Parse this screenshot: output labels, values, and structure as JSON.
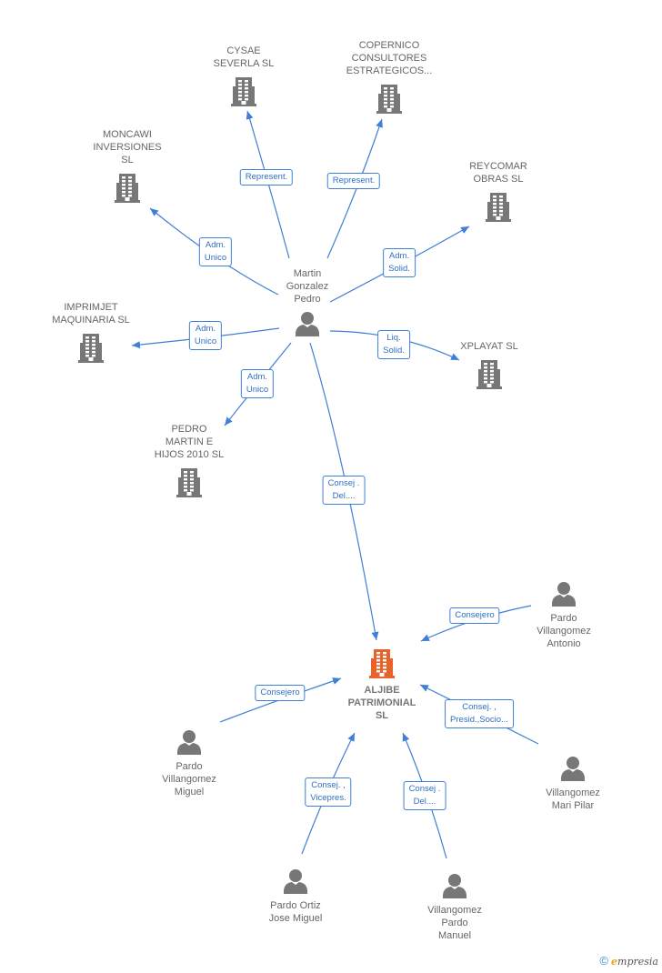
{
  "nodes": [
    {
      "id": "center",
      "kind": "company",
      "highlight": true,
      "label": "ALJIBE\nPATRIMONIAL\nSL"
    },
    {
      "id": "martin",
      "kind": "person",
      "label": "Martin\nGonzalez\nPedro"
    },
    {
      "id": "cysae",
      "kind": "company",
      "label": "CYSAE\nSEVERLA  SL"
    },
    {
      "id": "copernico",
      "kind": "company",
      "label": "COPERNICO\nCONSULTORES\nESTRATEGICOS..."
    },
    {
      "id": "moncawi",
      "kind": "company",
      "label": "MONCAWI\nINVERSIONES\nSL"
    },
    {
      "id": "reycomar",
      "kind": "company",
      "label": "REYCOMAR\nOBRAS SL"
    },
    {
      "id": "imprimjet",
      "kind": "company",
      "label": "IMPRIMJET\nMAQUINARIA SL"
    },
    {
      "id": "xplayat",
      "kind": "company",
      "label": "XPLAYAT SL"
    },
    {
      "id": "pedro",
      "kind": "company",
      "label": "PEDRO\nMARTIN E\nHIJOS 2010 SL"
    },
    {
      "id": "antonio",
      "kind": "person",
      "label": "Pardo\nVillangomez\nAntonio"
    },
    {
      "id": "miguel",
      "kind": "person",
      "label": "Pardo\nVillangomez\nMiguel"
    },
    {
      "id": "maripilar",
      "kind": "person",
      "label": "Villangomez\nMari Pilar"
    },
    {
      "id": "josemiguel",
      "kind": "person",
      "label": "Pardo Ortiz\nJose Miguel"
    },
    {
      "id": "manuel",
      "kind": "person",
      "label": "Villangomez\nPardo\nManuel"
    }
  ],
  "edges": [
    {
      "from": "martin",
      "to": "cysae",
      "label": "Represent."
    },
    {
      "from": "martin",
      "to": "copernico",
      "label": "Represent."
    },
    {
      "from": "martin",
      "to": "moncawi",
      "label": "Adm.\nUnico"
    },
    {
      "from": "martin",
      "to": "reycomar",
      "label": "Adm.\nSolid."
    },
    {
      "from": "martin",
      "to": "imprimjet",
      "label": "Adm.\nUnico"
    },
    {
      "from": "martin",
      "to": "xplayat",
      "label": "Liq.\nSolid."
    },
    {
      "from": "martin",
      "to": "pedro",
      "label": "Adm.\nUnico"
    },
    {
      "from": "martin",
      "to": "center",
      "label": "Consej .\nDel...."
    },
    {
      "from": "antonio",
      "to": "center",
      "label": "Consejero"
    },
    {
      "from": "miguel",
      "to": "center",
      "label": "Consejero"
    },
    {
      "from": "maripilar",
      "to": "center",
      "label": "Consej. ,\nPresid.,Socio..."
    },
    {
      "from": "josemiguel",
      "to": "center",
      "label": "Consej. ,\nVicepres."
    },
    {
      "from": "manuel",
      "to": "center",
      "label": "Consej .\nDel...."
    }
  ],
  "colors": {
    "edge": "#3f7fd6",
    "company": "#777777",
    "highlight": "#e8622c",
    "person": "#777777"
  },
  "brand": {
    "copyright": "©",
    "initial": "e",
    "name": "mpresia"
  }
}
